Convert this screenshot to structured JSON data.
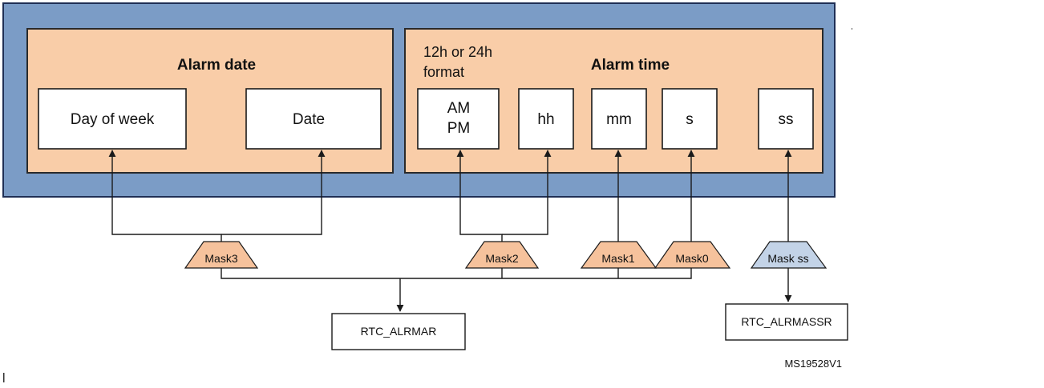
{
  "alarm_date": {
    "title": "Alarm date",
    "fields": [
      "Day of week",
      "Date"
    ]
  },
  "alarm_time": {
    "title": "Alarm time",
    "format_label_line1": "12h or 24h",
    "format_label_line2": "format",
    "ampm_line1": "AM",
    "ampm_line2": "PM",
    "fields": [
      "hh",
      "mm",
      "s",
      "ss"
    ]
  },
  "masks": [
    "Mask3",
    "Mask2",
    "Mask1",
    "Mask0",
    "Mask ss"
  ],
  "registers": [
    "RTC_ALRMAR",
    "RTC_ALRMASSR"
  ],
  "reference": "MS19528V1",
  "colors": {
    "outer_frame": "#7b9cc6",
    "panel": "#f9cda8",
    "mask": "#f6c29c",
    "mask_subsecond": "#c3d3e7"
  }
}
